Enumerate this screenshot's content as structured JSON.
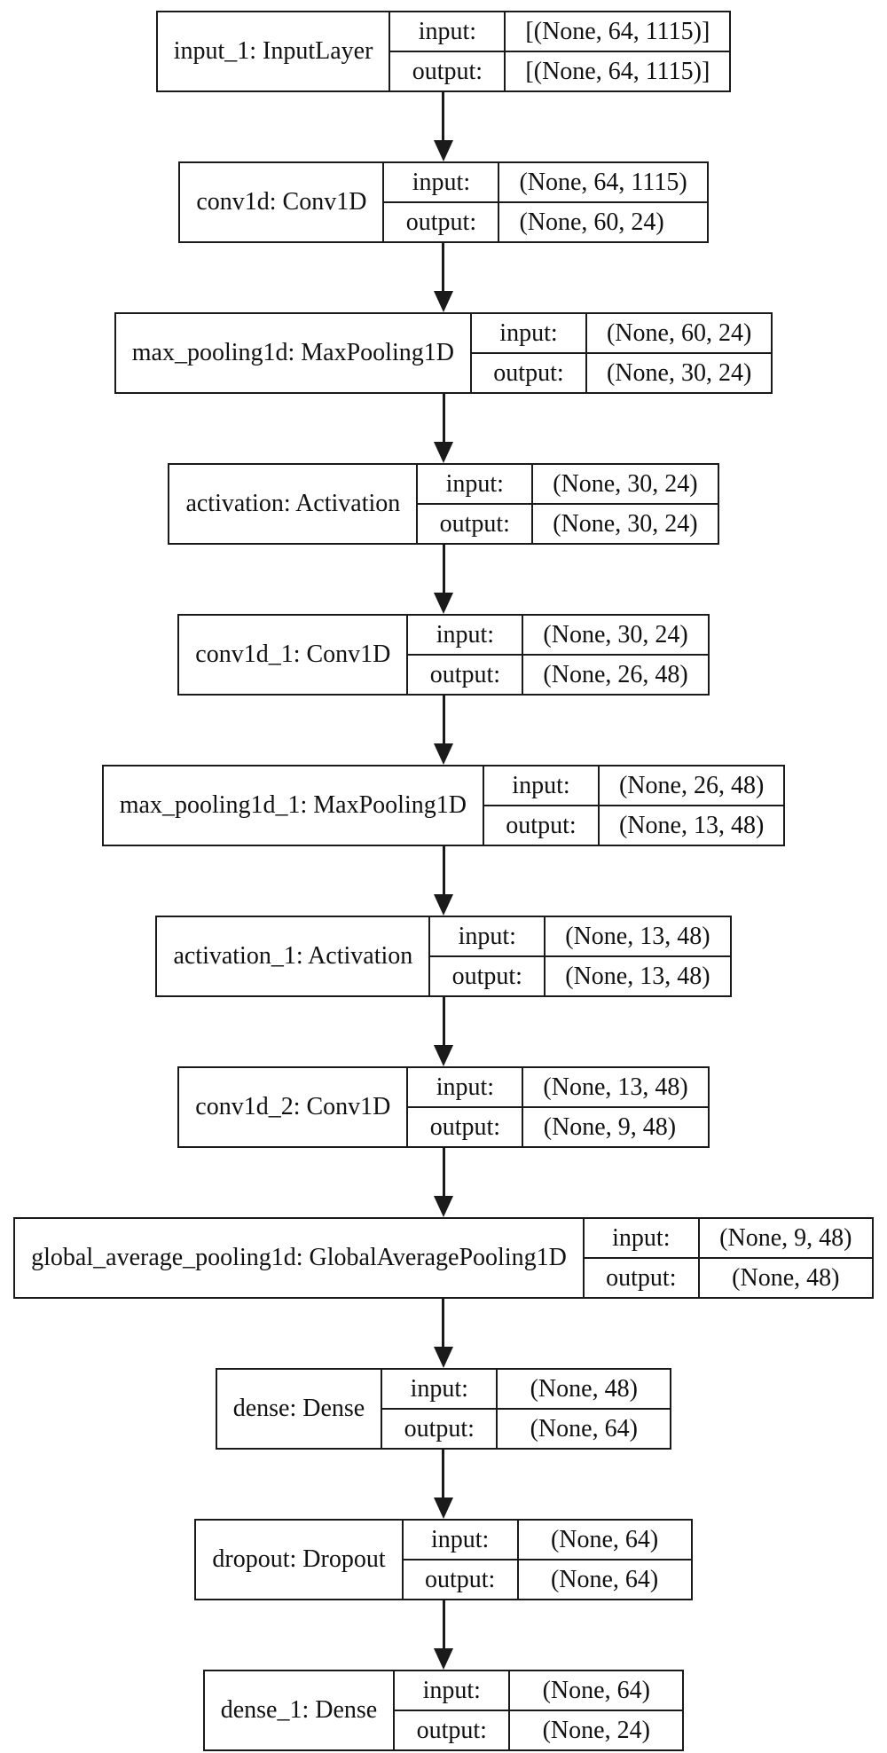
{
  "diagram": {
    "kind": "keras-model-architecture",
    "input_label": "input:",
    "output_label": "output:",
    "colors": {
      "border": "#1a1a1a",
      "background": "#ffffff",
      "text": "#111111"
    },
    "layers": [
      {
        "name": "input_1: InputLayer",
        "input": "[(None, 64, 1115)]",
        "output": "[(None, 64, 1115)]"
      },
      {
        "name": "conv1d: Conv1D",
        "input": "(None, 64, 1115)",
        "output": "(None, 60, 24)"
      },
      {
        "name": "max_pooling1d: MaxPooling1D",
        "input": "(None, 60, 24)",
        "output": "(None, 30, 24)"
      },
      {
        "name": "activation: Activation",
        "input": "(None, 30, 24)",
        "output": "(None, 30, 24)"
      },
      {
        "name": "conv1d_1: Conv1D",
        "input": "(None, 30, 24)",
        "output": "(None, 26, 48)"
      },
      {
        "name": "max_pooling1d_1: MaxPooling1D",
        "input": "(None, 26, 48)",
        "output": "(None, 13, 48)"
      },
      {
        "name": "activation_1: Activation",
        "input": "(None, 13, 48)",
        "output": "(None, 13, 48)"
      },
      {
        "name": "conv1d_2: Conv1D",
        "input": "(None, 13, 48)",
        "output": "(None, 9, 48)"
      },
      {
        "name": "global_average_pooling1d: GlobalAveragePooling1D",
        "input": "(None, 9, 48)",
        "output": "(None, 48)"
      },
      {
        "name": "dense: Dense",
        "input": "(None, 48)",
        "output": "(None, 64)"
      },
      {
        "name": "dropout: Dropout",
        "input": "(None, 64)",
        "output": "(None, 64)"
      },
      {
        "name": "dense_1: Dense",
        "input": "(None, 64)",
        "output": "(None, 24)"
      }
    ]
  }
}
